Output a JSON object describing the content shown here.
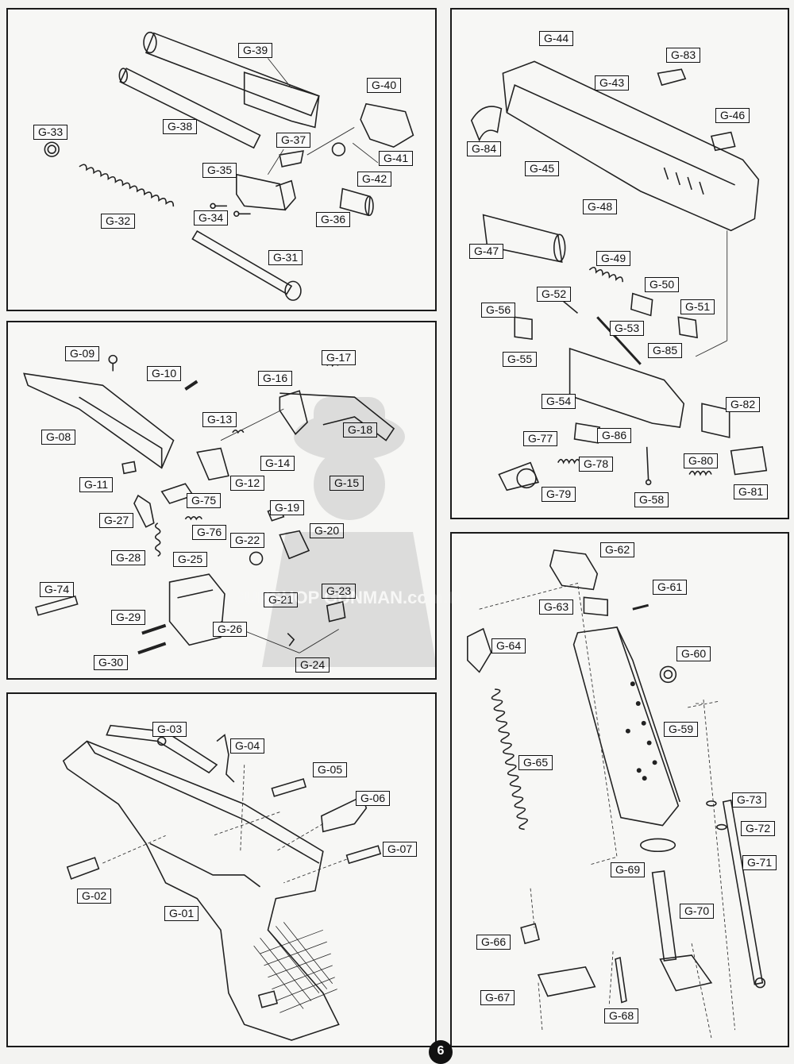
{
  "page_number": "6",
  "panels": {
    "barrel": {
      "labels": [
        "G-39",
        "G-40",
        "G-33",
        "G-38",
        "G-37",
        "G-41",
        "G-35",
        "G-42",
        "G-32",
        "G-34",
        "G-36",
        "G-31"
      ]
    },
    "slide": {
      "labels": [
        "G-44",
        "G-83",
        "G-43",
        "G-46",
        "G-84",
        "G-45",
        "G-48",
        "G-47",
        "G-49",
        "G-52",
        "G-50",
        "G-56",
        "G-51",
        "G-53",
        "G-85",
        "G-55",
        "G-54",
        "G-82",
        "G-77",
        "G-86",
        "G-78",
        "G-80",
        "G-79",
        "G-58",
        "G-81"
      ]
    },
    "trigger": {
      "labels": [
        "G-09",
        "G-17",
        "G-10",
        "G-16",
        "G-08",
        "G-13",
        "G-18",
        "G-14",
        "G-11",
        "G-12",
        "G-15",
        "G-75",
        "G-19",
        "G-27",
        "G-76",
        "G-20",
        "G-22",
        "G-28",
        "G-25",
        "G-74",
        "G-21",
        "G-23",
        "G-29",
        "G-26",
        "G-30",
        "G-24"
      ]
    },
    "frame": {
      "labels": [
        "G-03",
        "G-04",
        "G-05",
        "G-06",
        "G-07",
        "G-02",
        "G-01"
      ]
    },
    "magazine": {
      "labels": [
        "G-62",
        "G-61",
        "G-63",
        "G-64",
        "G-60",
        "G-59",
        "G-65",
        "G-73",
        "G-72",
        "G-69",
        "G-71",
        "G-70",
        "G-66",
        "G-67",
        "G-68"
      ]
    }
  },
  "watermark": {
    "text": "GUNSHOP GUNMAN.com.tw"
  }
}
